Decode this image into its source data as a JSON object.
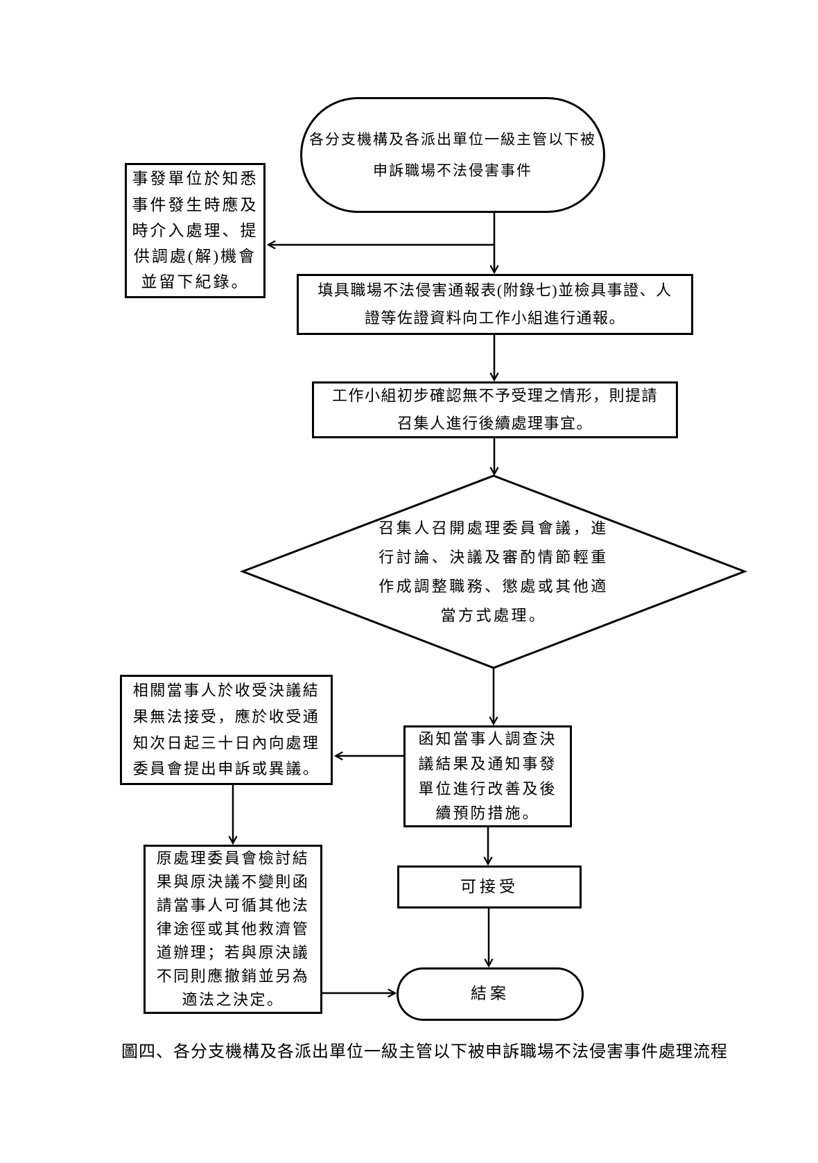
{
  "figure": {
    "caption": "圖四、各分支機構及各派出單位一級主管以下被申訴職場不法侵害事件處理流程"
  },
  "nodes": {
    "start": {
      "shape": "stadium",
      "text": "各分支機構及各派出單位一級主管以下被\n申訴職場不法侵害事件"
    },
    "early_intervention": {
      "shape": "rect",
      "text": "事發單位於知悉\n事件發生時應及\n時介入處理、提\n供調處(解)機會\n並留下紀錄。"
    },
    "report": {
      "shape": "rect",
      "text": "填具職場不法侵害通報表(附錄七)並檢具事證、人\n證等佐證資料向工作小組進行通報。"
    },
    "workgroup_confirm": {
      "shape": "rect",
      "text": "工作小組初步確認無不予受理之情形，則提請\n召集人進行後續處理事宜。"
    },
    "committee_decision": {
      "shape": "diamond",
      "text": "召集人召開處理委員會議，進\n行討論、決議及審酌情節輕重\n作成調整職務、懲處或其他適\n當方式處理。"
    },
    "notify_result": {
      "shape": "rect",
      "text": "函知當事人調查決\n議結果及通知事發\n單位進行改善及後\n續預防措施。"
    },
    "appeal": {
      "shape": "rect",
      "text": "相關當事人於收受決議結\n果無法接受，應於收受通\n知次日起三十日內向處理\n委員會提出申訴或異議。"
    },
    "review": {
      "shape": "rect",
      "text": "原處理委員會檢討結\n果與原決議不變則函\n請當事人可循其他法\n律途徑或其他救濟管\n道辦理；若與原決議\n不同則應撤銷並另為\n適法之決定。"
    },
    "acceptable": {
      "shape": "rect",
      "text": "可接受"
    },
    "close_case": {
      "shape": "stadium",
      "text": "結案"
    }
  },
  "colors": {
    "line": "#000000",
    "background": "#ffffff"
  }
}
